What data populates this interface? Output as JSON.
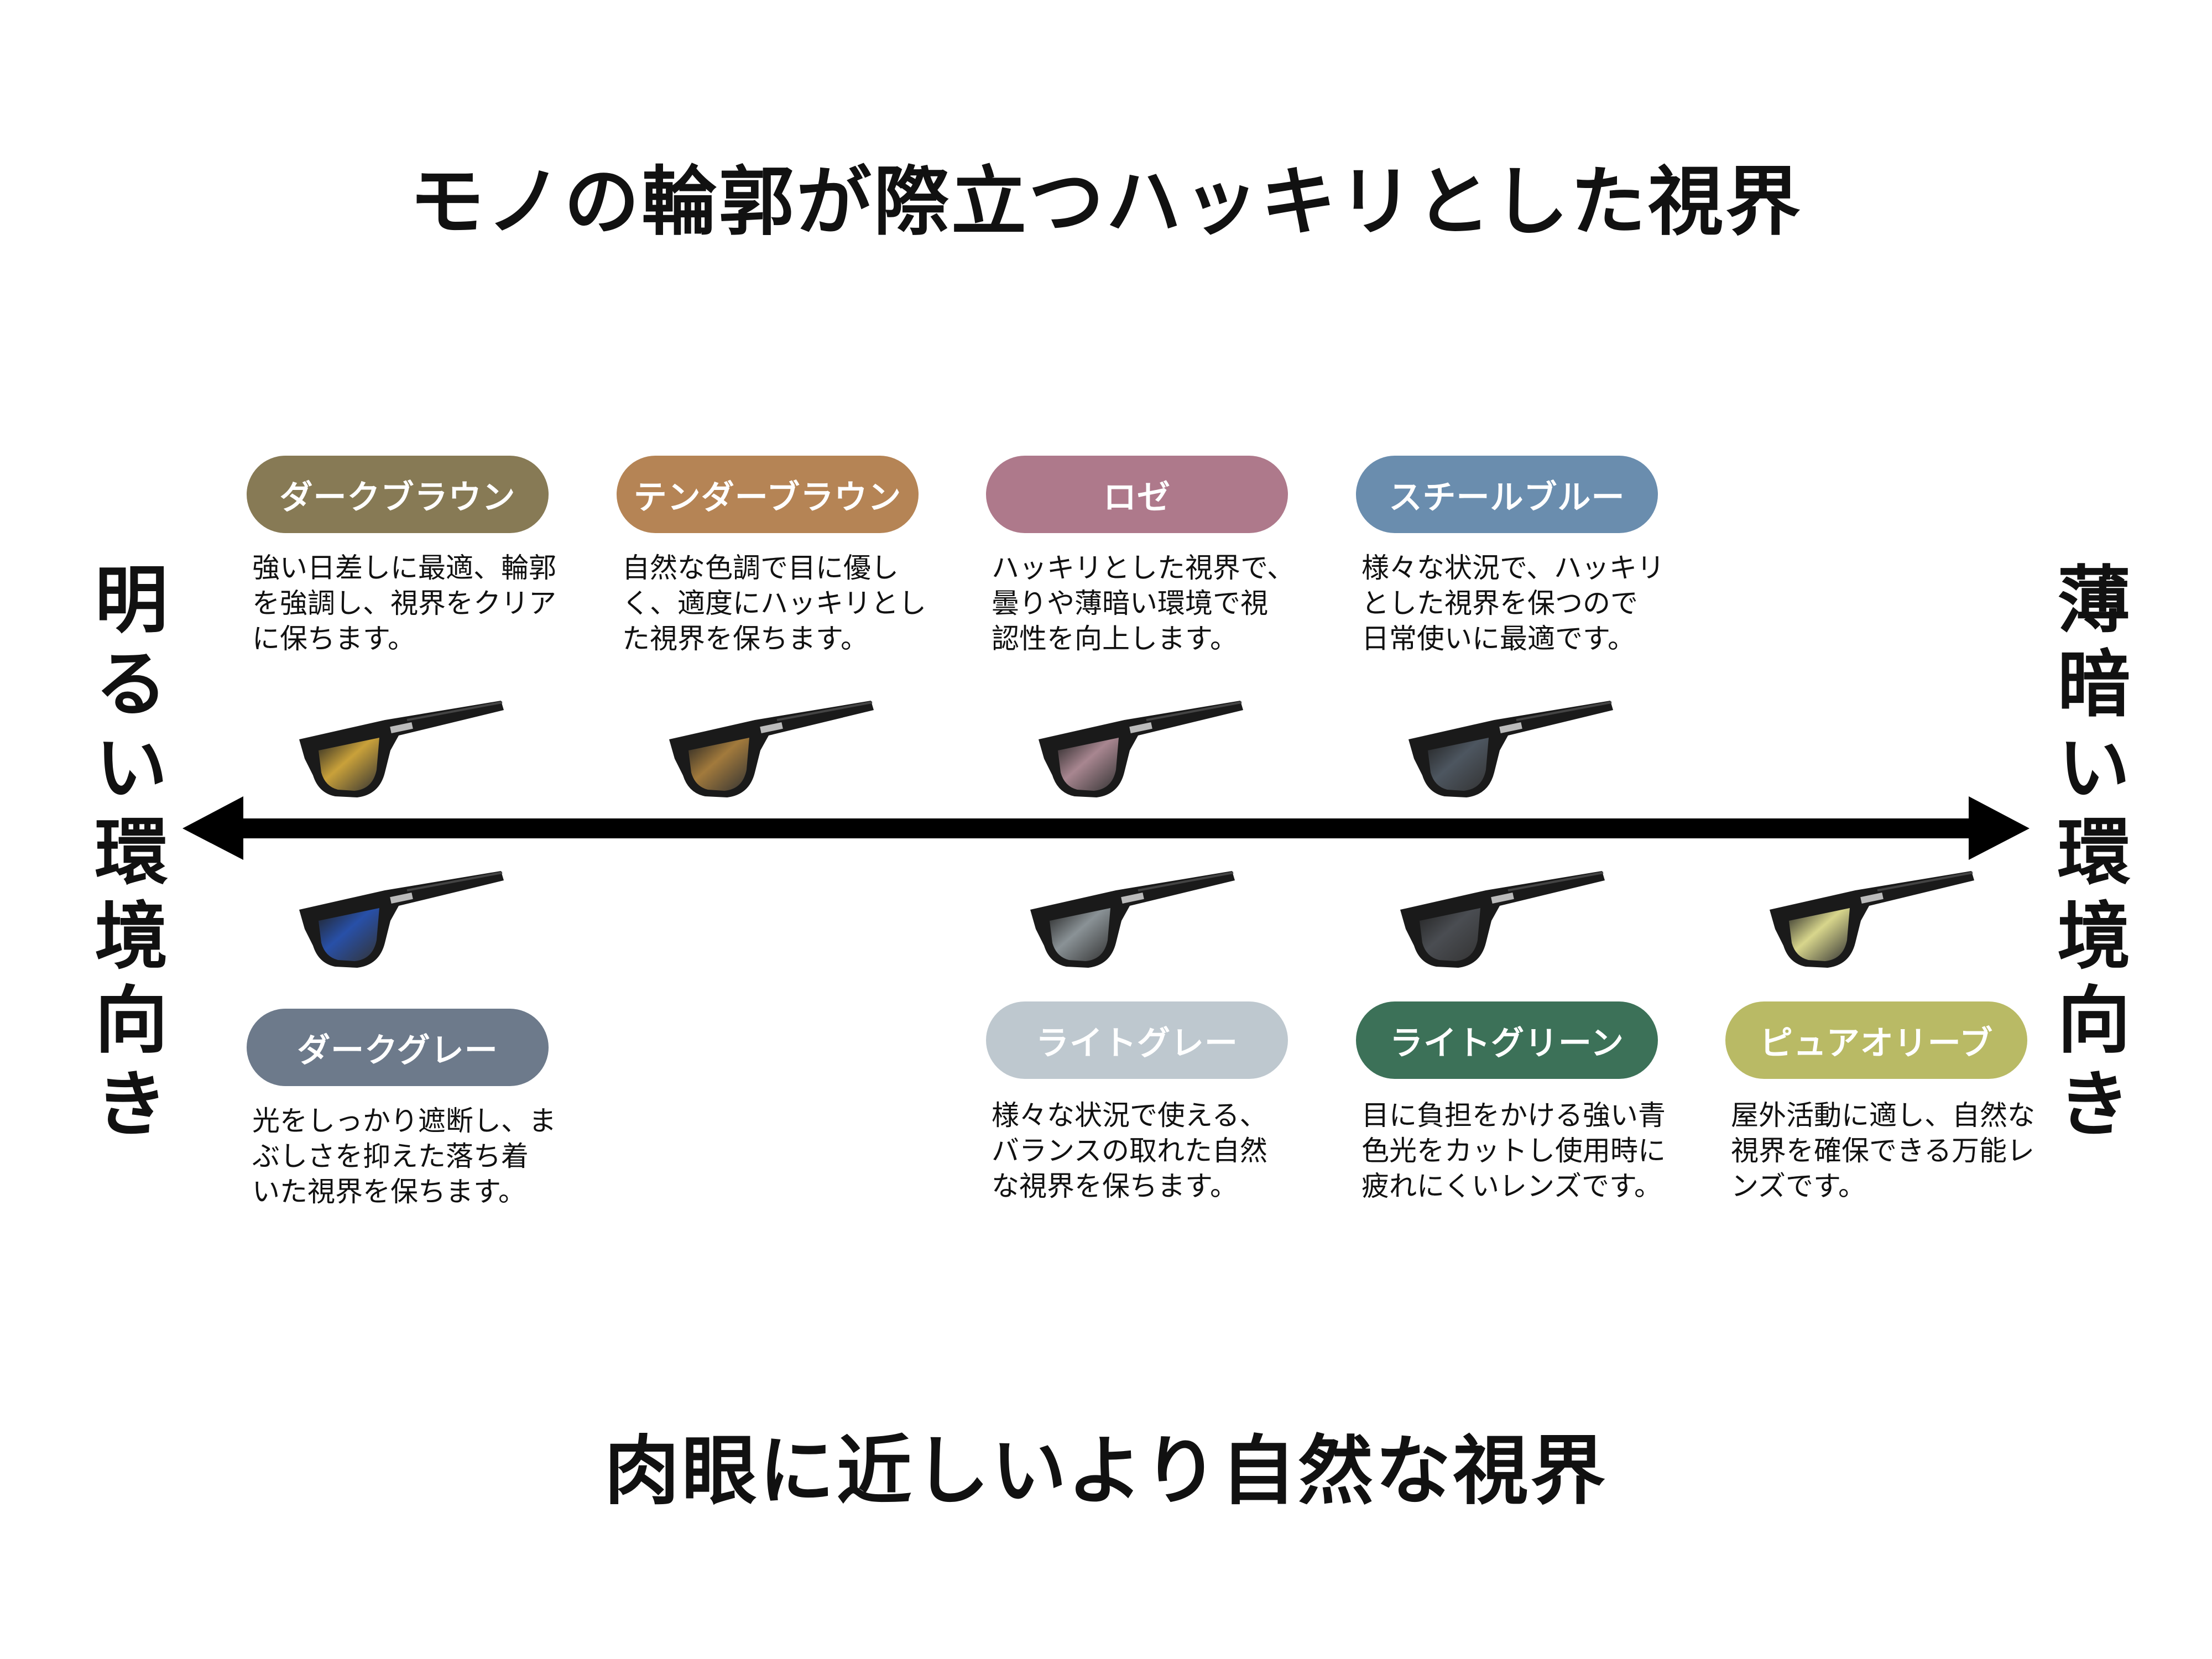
{
  "top_title": "モノの輪郭が際立つハッキリとした視界",
  "bottom_title": "肉眼に近しいより自然な視界",
  "left_label": "明るい環境向き",
  "right_label": "薄暗い環境向き",
  "top_lenses": [
    {
      "name": "ダークブラウン",
      "color": "#877a55",
      "lens": "#c9a13a",
      "description": [
        "強い日差しに最適、輪郭",
        "を強調し、視界をクリア",
        "に保ちます。"
      ]
    },
    {
      "name": "テンダーブラウン",
      "color": "#b58455",
      "lens": "#a27a3c",
      "description": [
        "自然な色調で目に優し",
        "く、適度にハッキリとし",
        "た視界を保ちます。"
      ]
    },
    {
      "name": "ロゼ",
      "color": "#ae798b",
      "lens": "#a88690",
      "description": [
        "ハッキリとした視界で、",
        "曇りや薄暗い環境で視",
        "認性を向上します。"
      ]
    },
    {
      "name": "スチールブルー",
      "color": "#6a8dae",
      "lens": "#4d5660",
      "description": [
        "様々な状況で、ハッキリ",
        "とした視界を保つので",
        "日常使いに最適です。"
      ]
    }
  ],
  "bottom_lenses": [
    {
      "name": "ダークグレー",
      "color": "#6d7a8b",
      "lens": "#2850a8",
      "description": [
        "光をしっかり遮断し、ま",
        "ぶしさを抑えた落ち着",
        "いた視界を保ちます。"
      ]
    },
    {
      "name": "ライトグレー",
      "color": "#bec8cf",
      "lens": "#8a9296",
      "description": [
        "様々な状況で使える、",
        "バランスの取れた自然",
        "な視界を保ちます。"
      ]
    },
    {
      "name": "ライトグリーン",
      "color": "#3c7158",
      "lens": "#4a4d52",
      "description": [
        "目に負担をかける強い青",
        "色光をカットし使用時に",
        "疲れにくいレンズです。"
      ]
    },
    {
      "name": "ピュアオリーブ",
      "color": "#b9ba65",
      "lens": "#d8d68c",
      "description": [
        "屋外活動に適し、自然な",
        "視界を確保できる万能レ",
        "ンズです。"
      ]
    }
  ]
}
